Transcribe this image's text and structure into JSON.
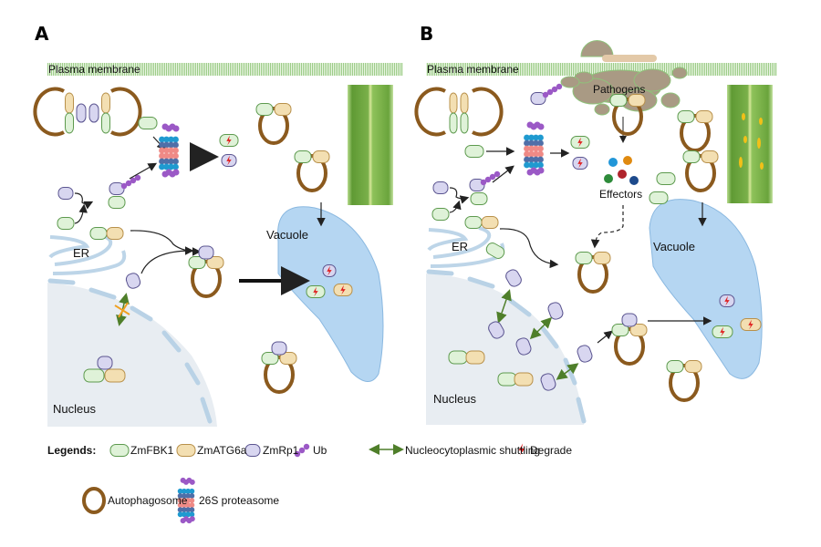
{
  "colors": {
    "fbk1_fill": "#dff2d8",
    "fbk1_stroke": "#5d9a4e",
    "atg6a_fill": "#f3dfb2",
    "atg6a_stroke": "#b8904a",
    "rp1_fill": "#d8d6f0",
    "rp1_stroke": "#5b5590",
    "ub": "#9b59c6",
    "autophagosome": "#8b5a1e",
    "vacuole_fill": "#b5d6f2",
    "vacuole_stroke": "#8ab8e0",
    "nucleus_fill": "#e8edf2",
    "membrane": "#8fc27a",
    "shuttle_arrow": "#4f7f2a",
    "degrade": "#e02020",
    "pathogen": "#a99a84",
    "effectors": [
      "#2196d8",
      "#e08a10",
      "#2e8b3a",
      "#b0242c",
      "#1d4a8c"
    ]
  },
  "panels": [
    {
      "letter": "A",
      "membrane_label": "Plasma membrane",
      "er_label": "ER",
      "vacuole_label": "Vacuole",
      "nucleus_label": "Nucleus"
    },
    {
      "letter": "B",
      "membrane_label": "Plasma membrane",
      "er_label": "ER",
      "vacuole_label": "Vacuole",
      "nucleus_label": "Nucleus",
      "pathogens_label": "Pathogens",
      "effectors_label": "Effectors"
    }
  ],
  "legend": {
    "title": "Legends:",
    "items": [
      {
        "icon": "zmfbk1-icon",
        "label": "ZmFBK1"
      },
      {
        "icon": "zmatg6a-icon",
        "label": "ZmATG6a"
      },
      {
        "icon": "zmrp1-icon",
        "label": "ZmRp1"
      },
      {
        "icon": "ub-icon",
        "label": "Ub"
      },
      {
        "icon": "double-arrow-icon",
        "label": "Nucleocytoplasmic shuttling"
      },
      {
        "icon": "lightning-icon",
        "label": "Degrade"
      },
      {
        "icon": "autophagosome-icon",
        "label": "Autophagosome"
      },
      {
        "icon": "proteasome-icon",
        "label": "26S proteasome"
      }
    ]
  }
}
